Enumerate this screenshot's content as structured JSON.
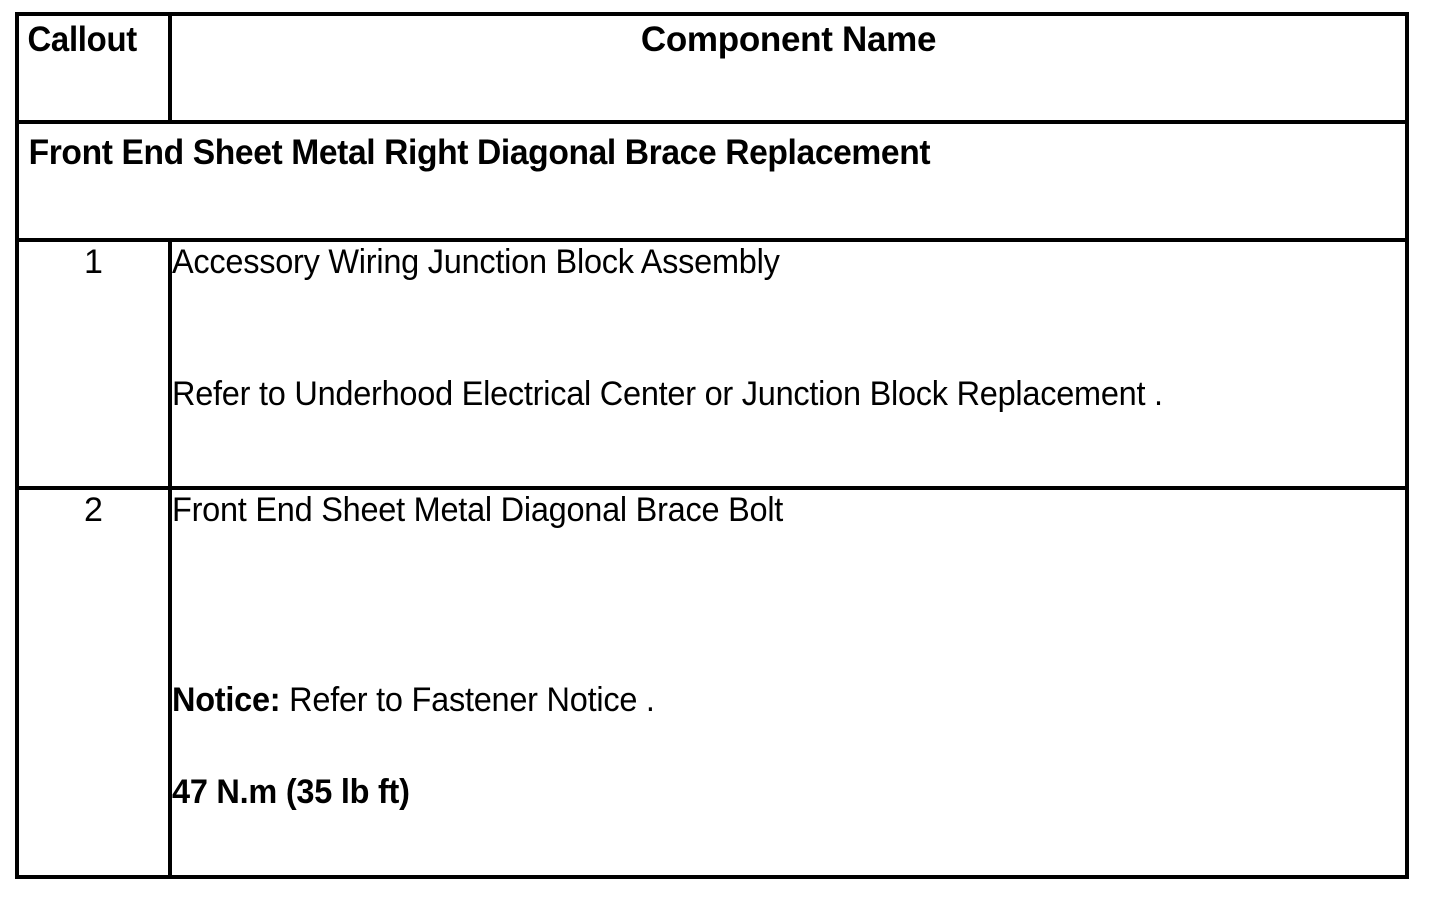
{
  "document": {
    "type": "service-manual-callout-table"
  },
  "table": {
    "columns": [
      {
        "key": "callout",
        "header": "Callout"
      },
      {
        "key": "component_name",
        "header": "Component Name"
      }
    ],
    "section_title": "Front End Sheet Metal Right Diagonal Brace Replacement",
    "rows": [
      {
        "callout": "1",
        "lines": [
          {
            "text": "Accessory Wiring Junction Block Assembly",
            "bold": false
          },
          {
            "text": "Refer to Underhood Electrical Center or Junction Block Replacement .",
            "bold": false
          }
        ]
      },
      {
        "callout": "2",
        "lines": [
          {
            "text": "Front End Sheet Metal Diagonal Brace Bolt",
            "bold": false
          },
          {
            "label": "Notice:",
            "text": " Refer to Fastener Notice .",
            "bold": false
          },
          {
            "text": "47 N.m (35 lb ft)",
            "bold": true
          }
        ]
      }
    ]
  },
  "rows": {
    "r1": {
      "callout": "1",
      "line1": "Accessory Wiring Junction Block Assembly",
      "line2": "Refer to Underhood Electrical Center or Junction Block Replacement ."
    },
    "r2": {
      "callout": "2",
      "line1": "Front End Sheet Metal Diagonal Brace Bolt",
      "notice_label": "Notice:",
      "notice_text": " Refer to Fastener Notice .",
      "torque": "47 N.m (35 lb ft)"
    }
  },
  "header": {
    "callout": "Callout",
    "component_name": "Component Name"
  },
  "section": {
    "title": "Front End Sheet Metal Right Diagonal Brace Replacement"
  },
  "colors": {
    "border": "#000000",
    "text": "#000000",
    "background": "#ffffff"
  }
}
